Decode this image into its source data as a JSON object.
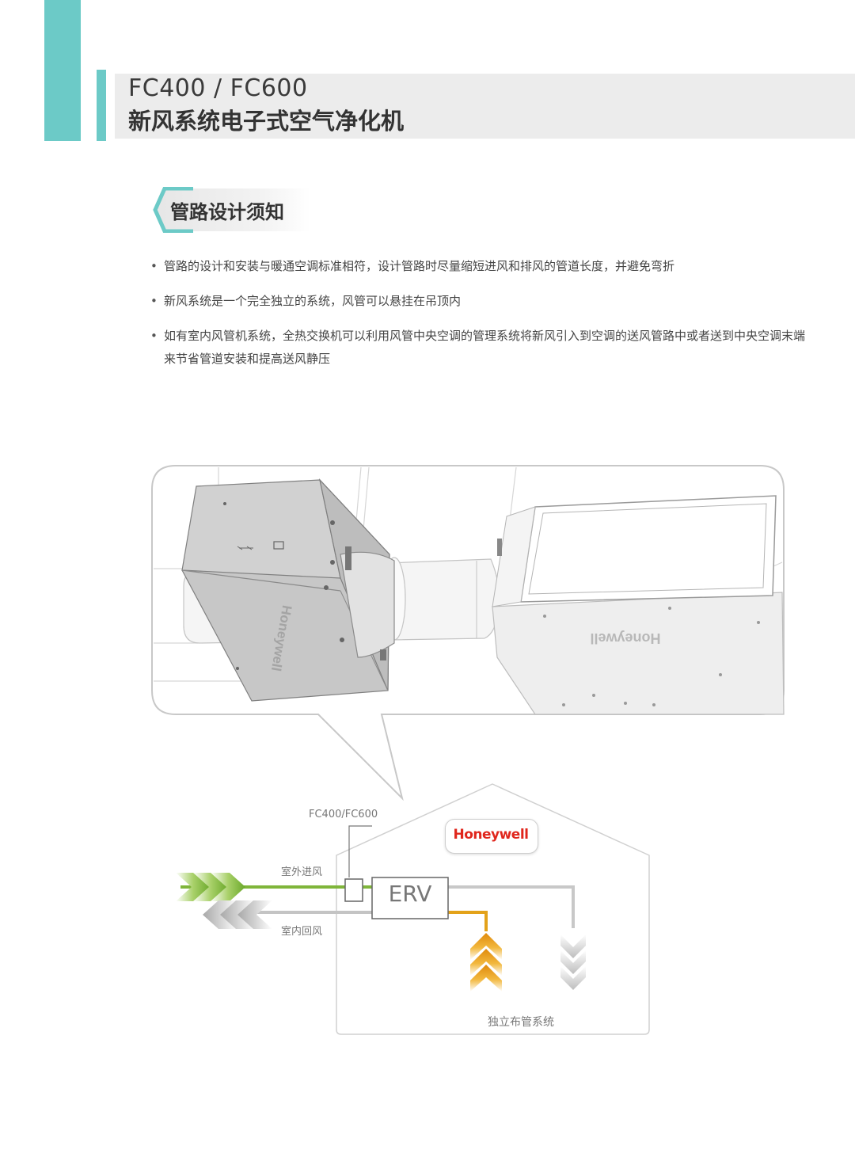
{
  "header": {
    "model": "FC400 / FC600",
    "product_name": "新风系统电子式空气净化机"
  },
  "section": {
    "title": "管路设计须知"
  },
  "bullets": [
    "管路的设计和安装与暖通空调标准相符，设计管路时尽量缩短进风和排风的管道长度，并避免弯折",
    "新风系统是一个完全独立的系统，风管可以悬挂在吊顶内",
    "如有室内风管机系统，全热交换机可以利用风管中央空调的管理系统将新风引入到空调的送风管路中或者送到中央空调末端来节省管道安装和提高送风静压"
  ],
  "illustration": {
    "brand_on_unit_1": "Honeywell",
    "brand_on_unit_2": "Honeywell"
  },
  "diagram": {
    "model_label": "FC400/FC600",
    "outdoor_intake_label": "室外进风",
    "indoor_return_label": "室内回风",
    "erv_label": "ERV",
    "brand": "Honeywell",
    "system_label": "独立布管系统"
  },
  "colors": {
    "teal_accent": "#6ccac7",
    "intake_green": "#7fb53a",
    "supply_orange": "#e3a21a",
    "return_gray": "#c4c4c4",
    "brand_red": "#e0261c"
  }
}
